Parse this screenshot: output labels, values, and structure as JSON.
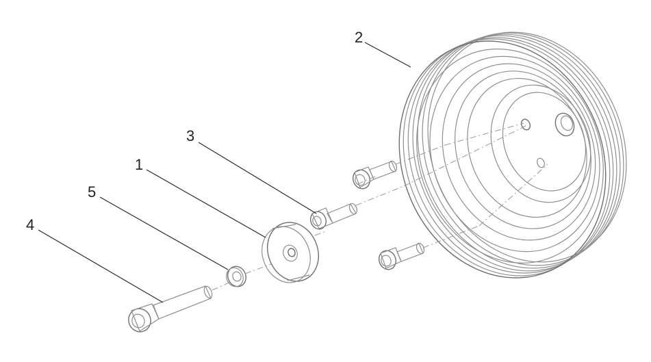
{
  "diagram": {
    "callouts": [
      {
        "id": "1",
        "label": "1"
      },
      {
        "id": "2",
        "label": "2"
      },
      {
        "id": "3",
        "label": "3"
      },
      {
        "id": "4",
        "label": "4"
      },
      {
        "id": "5",
        "label": "5"
      }
    ]
  },
  "colors": {
    "line_art": "#8e8e8e",
    "leader": "#2a2a2a",
    "text": "#222222"
  }
}
